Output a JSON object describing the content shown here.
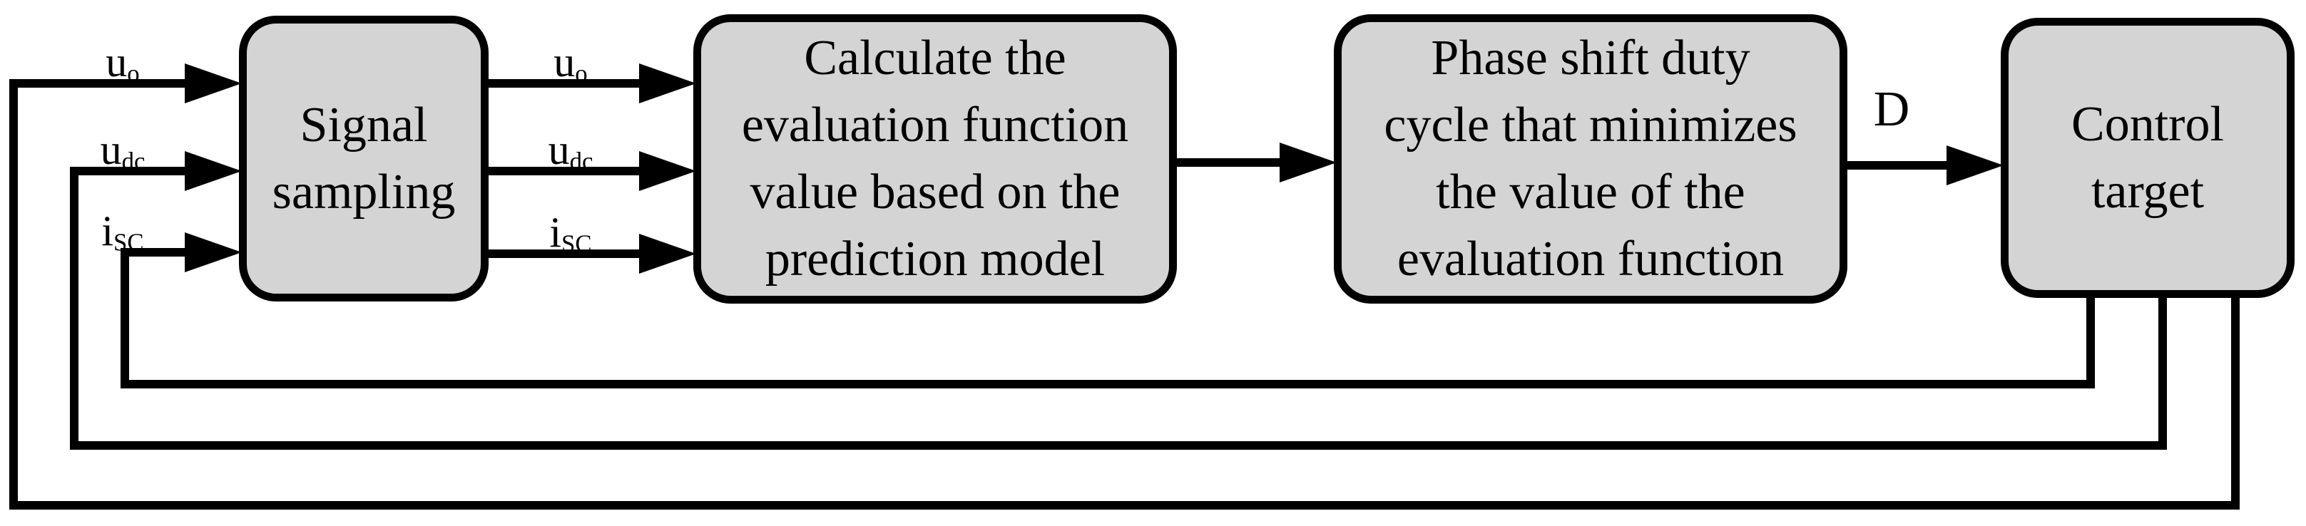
{
  "diagram": {
    "title": "Model predictive control loop block diagram",
    "colors": {
      "background": "#ffffff",
      "box_fill": "#d4d4d4",
      "line": "#000000"
    },
    "boxes": [
      {
        "name": "signal-sampling",
        "lines": [
          "Signal",
          "sampling"
        ]
      },
      {
        "name": "calculate-evaluation",
        "lines": [
          "Calculate the",
          "evaluation function",
          "value based on the",
          "prediction model"
        ]
      },
      {
        "name": "minimize-evaluation",
        "lines": [
          "Phase shift duty",
          "cycle that minimizes",
          "the value of the",
          "evaluation function"
        ]
      },
      {
        "name": "control-target",
        "lines": [
          "Control",
          "target"
        ]
      }
    ],
    "signals": {
      "uo_feedback": {
        "base": "u",
        "sub": "o"
      },
      "udc_feedback": {
        "base": "u",
        "sub": "dc"
      },
      "isc_feedback": {
        "base": "i",
        "sub": "SC"
      },
      "uo_sampled": {
        "base": "u",
        "sub": "o"
      },
      "udc_sampled": {
        "base": "u",
        "sub": "dc"
      },
      "isc_sampled": {
        "base": "i",
        "sub": "SC"
      },
      "duty_cycle": {
        "base": "D",
        "sub": ""
      }
    }
  }
}
